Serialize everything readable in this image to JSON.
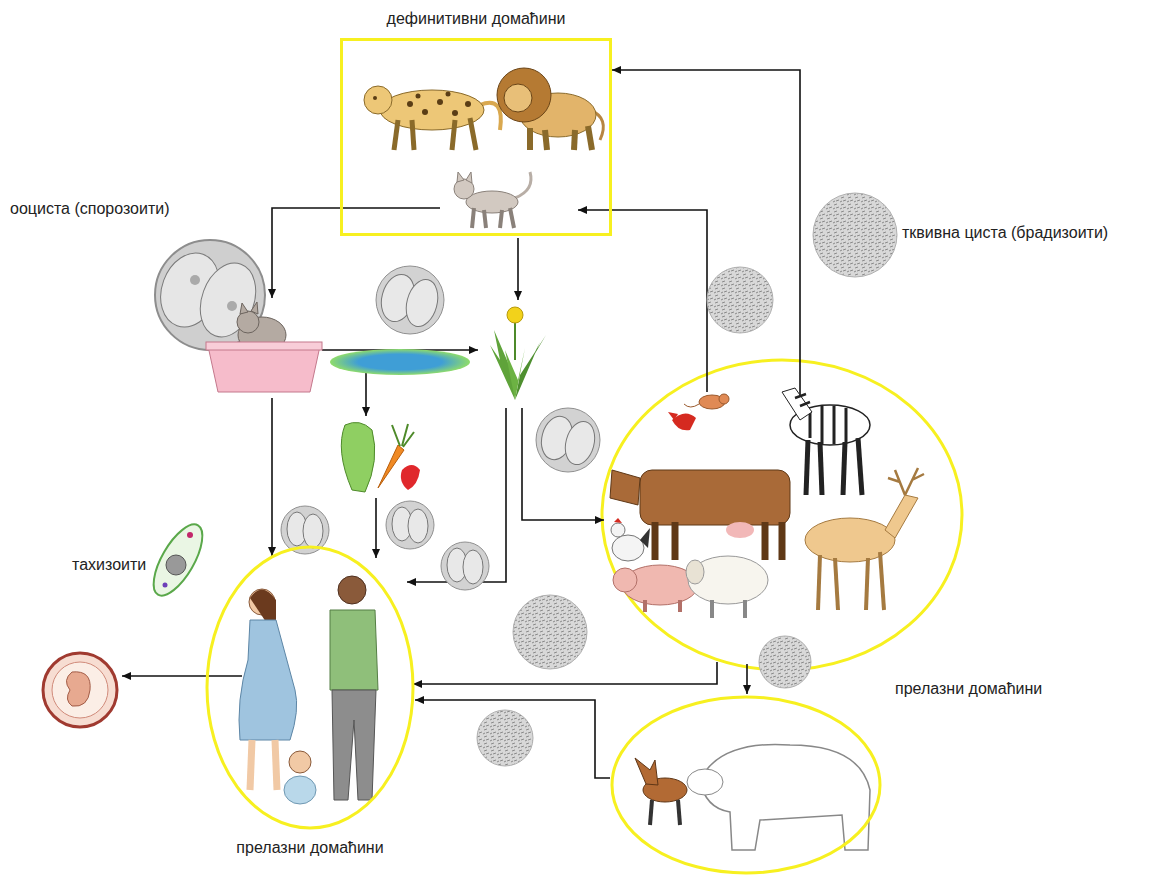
{
  "diagram": {
    "nodes": [
      {
        "text": [
          "дефинитивни домаћини"
        ]
      },
      {
        "text": [
          "прелазни домаћини"
        ]
      },
      {
        "text": [
          "прелазни домаћини"
        ]
      }
    ],
    "edges": [
      {
        "from": 2,
        "to": 1,
        "arrow": "to"
      }
    ],
    "labels": [
      "ооциста (спорозоити)",
      "тквивна циста (брадизоити)",
      "тахизоити"
    ]
  }
}
